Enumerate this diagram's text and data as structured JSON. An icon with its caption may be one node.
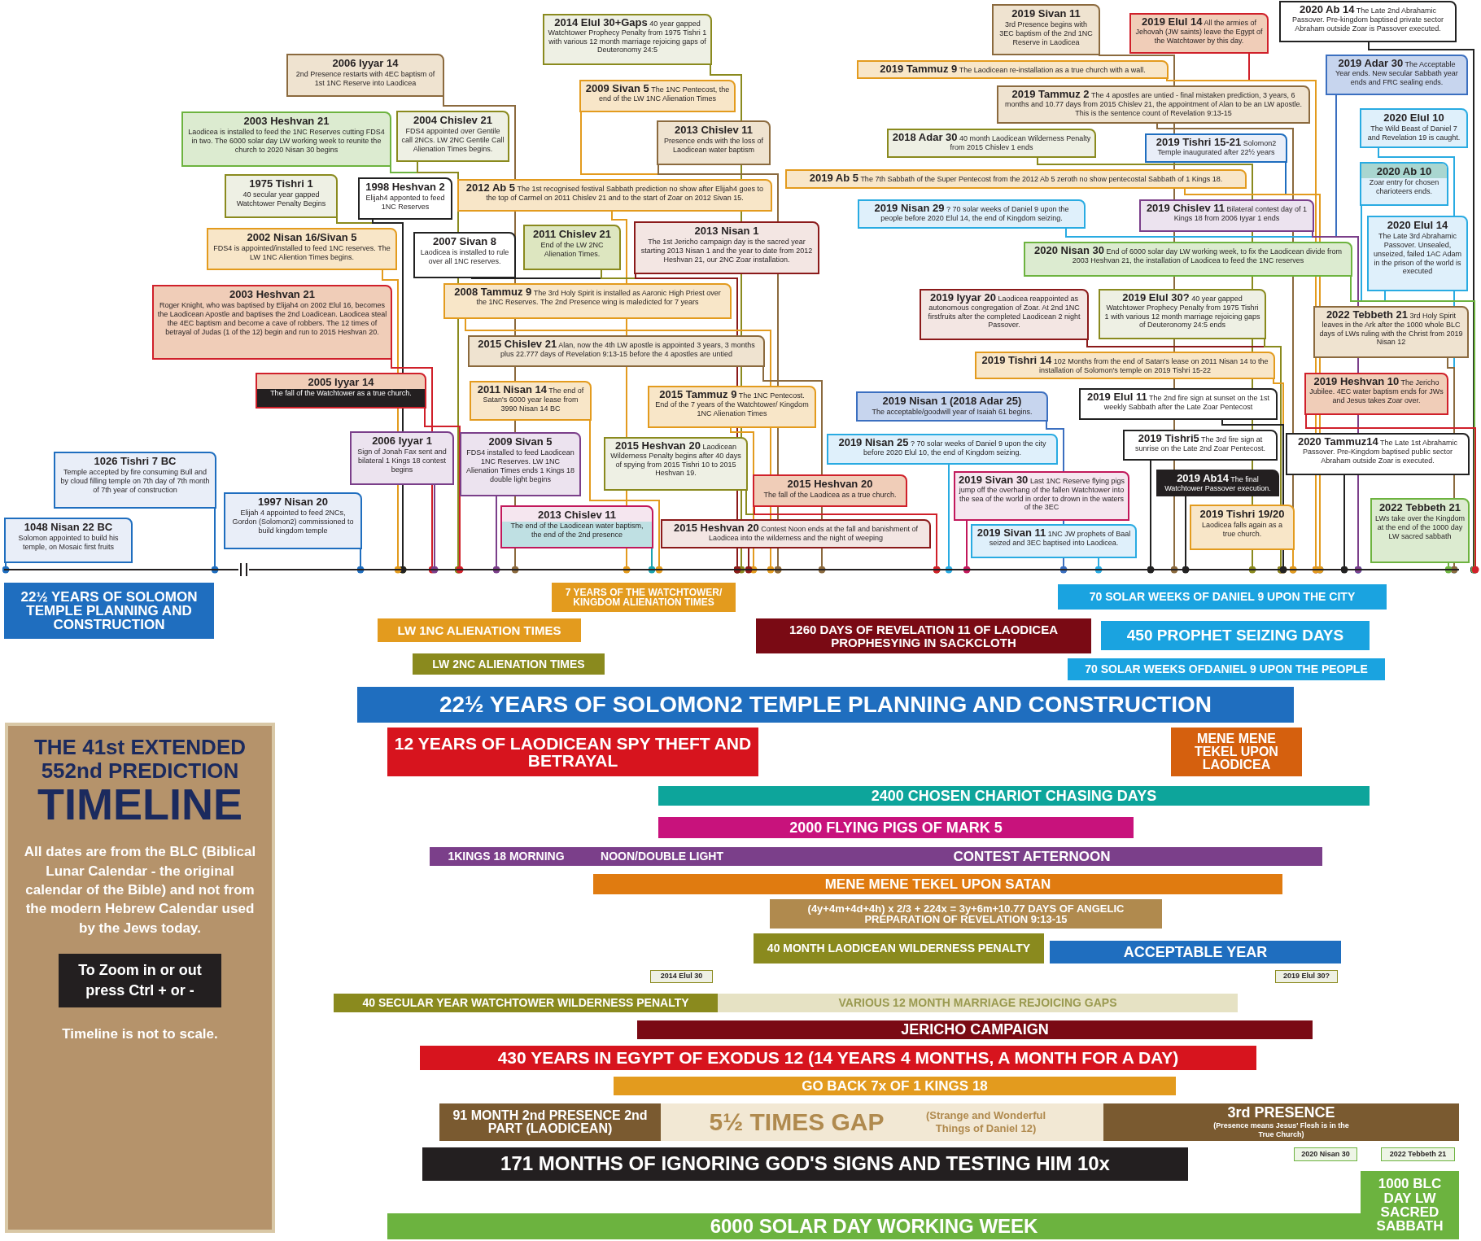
{
  "diagram": {
    "nodes": [
      {
        "text": [
          "2006 Iyyar 14",
          "2nd Presence restarts with 4EC baptism of 1st 1NC Reserve into Laodicea"
        ]
      },
      {
        "text": [
          "2003 Heshvan 21",
          "Laodicea is installed to feed the 1NC Reserves cutting FDS4 in two. The 6000 solar day LW working week to reunite the church to 2020 Nisan 30 begins"
        ]
      },
      {
        "text": [
          "2004 Chislev 21",
          "FDS4 appointed over Gentile call 2NCs. LW 2NC Gentile Call Alienation Times begins."
        ]
      },
      {
        "text": [
          "1975 Tishri 1",
          "40 secular year gapped Watchtower Penalty Begins"
        ]
      },
      {
        "text": [
          "1998 Heshvan 2",
          "Elijah4 apponted to feed 1NC Reserves"
        ]
      },
      {
        "text": [
          "2002 Nisan 16/Sivan 5",
          "FDS4 is appointed/installed to feed 1NC reserves. The LW 1NC Aliention Times begins."
        ]
      },
      {
        "text": [
          "2007 Sivan 8",
          "Laodicea is installed to rule over all 1NC reserves."
        ]
      },
      {
        "text": [
          "2003 Heshvan 21",
          "Roger Knight, who was baptised by Elijah4 on 2002 Elul 16, becomes the Laodicean Apostle and baptises the 2nd Loadicean. Laodicea steal the 4EC baptism and become a cave of robbers. The 12 times of betrayal of Judas (1 of the 12) begin and run to 2015 Heshvan 20."
        ]
      },
      {
        "text": [
          "2005 Iyyar 14",
          "The fall of the Watchtower as a true church."
        ]
      },
      {
        "text": [
          "1026 Tishri 7 BC",
          "Temple accepted by fire consuming Bull and by cloud filling temple on 7th day of 7th month of 7th year of construction"
        ]
      },
      {
        "text": [
          "1048 Nisan 22 BC",
          "Solomon appointed to build his temple, on Mosaic first fruits"
        ]
      },
      {
        "text": [
          "1997 Nisan 20",
          "Elijah 4 appointed to feed 2NCs, Gordon (Solomon2) commissioned to build kingdom temple"
        ]
      },
      {
        "text": [
          "2006 Iyyar 1",
          "Sign of Jonah Fax sent and bilateral 1 Kings 18 contest begins"
        ]
      },
      {
        "text": [
          "2014 Elul 30+Gaps",
          "40 year gapped Watchtower Prophecy Penalty from 1975 Tishri 1 with various 12 month marriage rejoicing gaps of Deuteronomy 24:5"
        ]
      },
      {
        "text": [
          "2009 Sivan 5",
          "The 1NC Pentecost, the end of the LW 1NC Alienation Times"
        ]
      },
      {
        "text": [
          "2013 Chislev 11",
          "Presence ends with the loss of Laodicean water baptism"
        ]
      },
      {
        "text": [
          "2012 Ab 5",
          "The 1st recognised festival Sabbath prediction no show after Elijah4 goes to the top of Carmel on 2011 Chislev 21 and to the start of Zoar on 2012 Sivan 15."
        ]
      },
      {
        "text": [
          "2011 Chislev 21",
          "End of the LW 2NC Alienation Times."
        ]
      },
      {
        "text": [
          "2013 Nisan 1",
          "The 1st Jericho campaign day is the sacred year starting 2013 Nisan 1 and the year to date from 2012 Heshvan 21, our 2NC Zoar installation."
        ]
      },
      {
        "text": [
          "2008 Tammuz 9",
          "The 3rd Holy Spirit is installed as Aaronic High Priest over the 1NC Reserves. The 2nd Presence wing is maledicted for 7 years"
        ]
      },
      {
        "text": [
          "2015 Chislev 21",
          "Alan, now the 4th LW apostle is appointed 3 years, 3 months plus 22.777 days of Revelation 9:13-15 before the 4 apostles are untied"
        ]
      },
      {
        "text": [
          "2011 Nisan 14",
          "The end of Satan's 6000 year lease from 3990 Nisan 14 BC"
        ]
      },
      {
        "text": [
          "2015 Tammuz 9",
          "The 1NC Pentecost. End of the 7 years of the Watchtower/ Kingdom 1NC Alienation Times"
        ]
      },
      {
        "text": [
          "2009 Sivan 5",
          "FDS4 installed to feed Laodicean 1NC Reserves. LW 1NC Alienation Times ends 1 Kings 18 double light begins"
        ]
      },
      {
        "text": [
          "2015 Heshvan 20",
          "Laodicean Wilderness Penalty begins after 40 days of spying from 2015 Tishri 10 to 2015 Heshvan 19."
        ]
      },
      {
        "text": [
          "2013 Chislev 11",
          "The end of the Laodicean water baptism, the end of the 2nd presence"
        ]
      },
      {
        "text": [
          "2015 Heshvan 20",
          "The fall of the Laodicea as a true church."
        ]
      },
      {
        "text": [
          "2015 Heshvan 20",
          "Contest Noon ends at the fall and banishment of Laodicea into the wilderness and the night of weeping"
        ]
      },
      {
        "text": [
          "2019 Sivan 11",
          "3rd Presence begins with 3EC baptism of the 2nd 1NC Reserve in Laodicea"
        ]
      },
      {
        "text": [
          "2019 Elul 14",
          "All the armies of Jehovah (JW saints) leave the Egypt of the Watchtower by this day."
        ]
      },
      {
        "text": [
          "2020 Ab 14",
          "The Late 2nd Abrahamic Passover. Pre-kingdom baptised private sector Abraham outside Zoar is Passover executed."
        ]
      },
      {
        "text": [
          "2019 Tammuz 9",
          "The Laodicean re-installation as a true church with a wall."
        ]
      },
      {
        "text": [
          "2019 Tammuz 2",
          "The 4 apostles are untied - final mistaken prediction, 3 years, 6 months and 10.77 days from 2015 Chislev 21, the appointment of Alan to be an LW apostle. This is the sentence count of Revelation 9:13-15"
        ]
      },
      {
        "text": [
          "2019 Adar 30",
          "The Acceptable Year ends. New secular Sabbath year ends and FRC sealing ends."
        ]
      },
      {
        "text": [
          "2018 Adar 30",
          "40 month Laodicean Wilderness Penalty from 2015 Chislev 1 ends"
        ]
      },
      {
        "text": [
          "2019 Tishri 15-21",
          "Solomon2 Temple inaugurated after 22½ years"
        ]
      },
      {
        "text": [
          "2020 Elul 10",
          "The Wild Beast of Daniel 7 and Revelation 19 is caught."
        ]
      },
      {
        "text": [
          "2019 Ab 5",
          "The 7th Sabbath of the Super Pentecost from the 2012 Ab 5 zeroth no show pentecostal Sabbath of 1 Kings 18."
        ]
      },
      {
        "text": [
          "2019 Nisan 29",
          "? 70 solar weeks of Daniel 9 upon the people before 2020 Elul 14, the end of Kingdom seizing."
        ]
      },
      {
        "text": [
          "2020 Ab 10",
          "Zoar entry for chosen charioteers ends."
        ]
      },
      {
        "text": [
          "2019 Chislev 11",
          "Bilateral contest day of 1 Kings 18 from 2006 Iyyar 1 ends"
        ]
      },
      {
        "text": [
          "2020 Elul 14",
          "The Late 3rd Abrahamic Passover. Unsealed, unseized, failed 1AC Adam in the prison of the world is executed"
        ]
      },
      {
        "text": [
          "2020 Nisan 30",
          "End of 6000 solar day LW working week, to fix the Laodicean divide from 2003 Heshvan 21, the installation of Laodicea to feed the 1NC reserves"
        ]
      },
      {
        "text": [
          "2019 Iyyar 20",
          "Laodicea reappointed as autonomous congregation of Zoar. At 2nd 1NC firstfruits after the completed Laodicean 2 night Passover."
        ]
      },
      {
        "text": [
          "2019 Elul 30?",
          "40 year gapped Watchtower Prophecy Penalty from 1975 Tishri 1 with various 12 month marriage rejoicing gaps of Deuteronomy 24:5 ends"
        ]
      },
      {
        "text": [
          "2022 Tebbeth 21",
          "3rd Holy Spirit leaves in the Ark after the 1000 whole BLC days of LWs ruling with the Christ from 2019 Nisan 12"
        ]
      },
      {
        "text": [
          "2019 Tishri 14",
          "102 Months from the end of Satan's lease on 2011 Nisan 14 to the installation of Solomon's temple on 2019 Tishri 15-22"
        ]
      },
      {
        "text": [
          "2019 Heshvan 10",
          "The Jericho Jubilee. 4EC water baptism ends for JWs and Jesus takes Zoar over."
        ]
      },
      {
        "text": [
          "2019 Nisan 1 (2018 Adar 25)",
          "The acceptable/goodwill year of Isaiah 61 begins."
        ]
      },
      {
        "text": [
          "2019 Elul 11",
          "The 2nd fire sign at sunset on the 1st weekly Sabbath after the Late Zoar Pentecost"
        ]
      },
      {
        "text": [
          "2019 Nisan 25",
          "? 70 solar weeks of Daniel 9 upon the city before 2020 Elul 10, the end of Kingdom seizing."
        ]
      },
      {
        "text": [
          "2019 Tishri5",
          "The 3rd fire sign at sunrise on the Late 2nd Zoar Pentecost."
        ]
      },
      {
        "text": [
          "2020 Tammuz14",
          "The Late 1st Abrahamic Passover. Pre-Kingdom baptised public sector Abraham outside Zoar is executed."
        ]
      },
      {
        "text": [
          "2019 Ab14",
          "The final Watchtower Passover execution."
        ]
      },
      {
        "text": [
          "2019 Sivan 30",
          "Last 1NC Reserve flying pigs jump off the overhang of the fallen Watchtower into the sea of the world in order to drown in the waters of the 3EC"
        ]
      },
      {
        "text": [
          "2019 Tishri 19/20",
          "Laodicea falls again as a true church."
        ]
      },
      {
        "text": [
          "2022 Tebbeth 21",
          "LWs take over the Kingdom at the end of the 1000 day LW sacred sabbath"
        ]
      },
      {
        "text": [
          "2019 Sivan 11",
          "1NC JW prophets of Baal seized and 3EC baptised into Laodicea."
        ]
      },
      {
        "text": [
          "22½ YEARS OF SOLOMON TEMPLE PLANNING AND CONSTRUCTION"
        ]
      },
      {
        "text": [
          "7 YEARS OF THE WATCHTOWER/ KINGDOM ALIENATION TIMES"
        ]
      },
      {
        "text": [
          "70 SOLAR WEEKS OF DANIEL 9 UPON THE CITY"
        ]
      },
      {
        "text": [
          "LW 1NC ALIENATION TIMES"
        ]
      },
      {
        "text": [
          "1260 DAYS OF REVELATION 11 OF LAODICEA PROPHESYING IN SACKCLOTH"
        ]
      },
      {
        "text": [
          "450 PROPHET SEIZING DAYS"
        ]
      },
      {
        "text": [
          "LW 2NC ALIENATION TIMES"
        ]
      },
      {
        "text": [
          "70 SOLAR WEEKS OFDANIEL 9 UPON THE PEOPLE"
        ]
      },
      {
        "text": [
          "22½ YEARS OF SOLOMON2 TEMPLE PLANNING AND CONSTRUCTION"
        ]
      },
      {
        "text": [
          "12 YEARS OF LAODICEAN SPY THEFT AND BETRAYAL"
        ]
      },
      {
        "text": [
          "MENE MENE TEKEL UPON LAODICEA"
        ]
      },
      {
        "text": [
          "2400 CHOSEN CHARIOT CHASING DAYS"
        ]
      },
      {
        "text": [
          "2000 FLYING PIGS OF MARK 5"
        ]
      },
      {
        "text": [
          "1KINGS 18 MORNING"
        ]
      },
      {
        "text": [
          "NOON/DOUBLE LIGHT"
        ]
      },
      {
        "text": [
          "CONTEST AFTERNOON"
        ]
      },
      {
        "text": [
          "MENE MENE TEKEL UPON SATAN"
        ]
      },
      {
        "text": [
          "(4y+4m+4d+4h) x 2/3 + 224x = 3y+6m+10.77 DAYS OF ANGELIC PREPARATION OF REVELATION 9:13-15"
        ]
      },
      {
        "text": [
          "40 MONTH LAODICEAN WILDERNESS PENALTY"
        ]
      },
      {
        "text": [
          "ACCEPTABLE YEAR"
        ]
      },
      {
        "text": [
          "2014 Elul 30"
        ]
      },
      {
        "text": [
          "2019 Elul 30?"
        ]
      },
      {
        "text": [
          "40 SECULAR YEAR WATCHTOWER WILDERNESS PENALTY"
        ]
      },
      {
        "text": [
          "VARIOUS 12 MONTH MARRIAGE REJOICING GAPS"
        ]
      },
      {
        "text": [
          "JERICHO CAMPAIGN"
        ]
      },
      {
        "text": [
          "430 YEARS IN EGYPT OF EXODUS 12 (14 YEARS 4 MONTHS, A MONTH FOR A DAY)"
        ]
      },
      {
        "text": [
          "GO BACK 7x OF 1 KINGS 18"
        ]
      },
      {
        "text": [
          "91 MONTH 2nd PRESENCE 2nd PART (LAODICEAN)"
        ]
      },
      {
        "text": [
          "5½ TIMES GAP",
          "(Strange and Wonderful Things of Daniel 12)"
        ]
      },
      {
        "text": [
          "3rd PRESENCE",
          "(Presence means Jesus' Flesh is in the True Church)"
        ]
      },
      {
        "text": [
          "2020 Nisan 30"
        ]
      },
      {
        "text": [
          "2022 Tebbeth 21"
        ]
      },
      {
        "text": [
          "171 MONTHS OF IGNORING GOD'S SIGNS AND TESTING HIM 10x"
        ]
      },
      {
        "text": [
          "6000 SOLAR DAY WORKING WEEK"
        ]
      },
      {
        "text": [
          "1000 BLC DAY LW SACRED SABBATH"
        ]
      },
      {
        "text": [
          "THE 41st EXTENDED 552nd PREDICTION",
          "TIMELINE",
          "All dates are from the BLC (Biblical Lunar Calendar - the original calendar of the Bible) and not from the modern Hebrew Calendar used by the Jews today.",
          "Timeline is not to scale."
        ]
      },
      {
        "text": [
          "To Zoom in or out press Ctrl + or -"
        ],
        "in": 93
      },
      {
        "text": [],
        "shape": "line"
      }
    ],
    "edges": [
      {
        "from": 0,
        "to": 95,
        "arrow": "other",
        "color": "#8b6a3e"
      },
      {
        "from": 1,
        "to": 95,
        "arrow": "other",
        "color": "#6db33f"
      },
      {
        "from": 2,
        "to": 95,
        "arrow": "other",
        "color": "#8a8a1e"
      },
      {
        "from": 3,
        "to": 95,
        "arrow": "other",
        "color": "#8a8a1e"
      },
      {
        "from": 4,
        "to": 95,
        "arrow": "other",
        "color": "#222222"
      },
      {
        "from": 5,
        "to": 95,
        "arrow": "other",
        "color": "#e39b1e"
      },
      {
        "from": 6,
        "to": 95,
        "arrow": "other",
        "color": "#222222"
      },
      {
        "from": 7,
        "to": 95,
        "arrow": "other",
        "color": "#d0202a"
      },
      {
        "from": 8,
        "to": 95,
        "arrow": "other",
        "color": "#d0202a"
      },
      {
        "from": 9,
        "to": 95,
        "arrow": "other",
        "color": "#1f6ebf"
      },
      {
        "from": 10,
        "to": 95,
        "arrow": "other",
        "color": "#1f6ebf"
      },
      {
        "from": 11,
        "to": 95,
        "arrow": "other",
        "color": "#1f6ebf"
      },
      {
        "from": 12,
        "to": 95,
        "arrow": "other",
        "color": "#7b3f8a"
      },
      {
        "from": 13,
        "to": 95,
        "arrow": "other",
        "color": "#8a8a1e"
      },
      {
        "from": 14,
        "to": 95,
        "arrow": "other",
        "color": "#e39b1e"
      },
      {
        "from": 15,
        "to": 95,
        "arrow": "other",
        "color": "#8b6a3e"
      },
      {
        "from": 16,
        "to": 95,
        "arrow": "other",
        "color": "#e39b1e"
      },
      {
        "from": 17,
        "to": 95,
        "arrow": "other",
        "color": "#8a8a1e"
      },
      {
        "from": 18,
        "to": 95,
        "arrow": "other",
        "color": "#8b1a1a"
      },
      {
        "from": 19,
        "to": 95,
        "arrow": "other",
        "color": "#e39b1e"
      },
      {
        "from": 20,
        "to": 95,
        "arrow": "other",
        "color": "#8b6a3e"
      },
      {
        "from": 21,
        "to": 95,
        "arrow": "other",
        "color": "#e39b1e"
      },
      {
        "from": 22,
        "to": 95,
        "arrow": "other",
        "color": "#e39b1e"
      },
      {
        "from": 23,
        "to": 95,
        "arrow": "other",
        "color": "#7b3f8a"
      },
      {
        "from": 24,
        "to": 95,
        "arrow": "other",
        "color": "#8a8a1e"
      },
      {
        "from": 25,
        "to": 95,
        "arrow": "other",
        "color": "#1aa3b0"
      },
      {
        "from": 26,
        "to": 95,
        "arrow": "other",
        "color": "#d0202a"
      },
      {
        "from": 27,
        "to": 95,
        "arrow": "other",
        "color": "#8b1a1a"
      },
      {
        "from": 28,
        "to": 95,
        "arrow": "other",
        "color": "#8b6a3e"
      },
      {
        "from": 29,
        "to": 95,
        "arrow": "other",
        "color": "#d0202a"
      },
      {
        "from": 30,
        "to": 95,
        "arrow": "other",
        "color": "#222222"
      },
      {
        "from": 31,
        "to": 95,
        "arrow": "other",
        "color": "#e39b1e"
      },
      {
        "from": 32,
        "to": 95,
        "arrow": "other",
        "color": "#8b6a3e"
      },
      {
        "from": 33,
        "to": 95,
        "arrow": "other",
        "color": "#3b6fc0"
      },
      {
        "from": 34,
        "to": 95,
        "arrow": "other",
        "color": "#8a8a1e"
      },
      {
        "from": 35,
        "to": 95,
        "arrow": "other",
        "color": "#1f6ebf"
      },
      {
        "from": 36,
        "to": 95,
        "arrow": "other",
        "color": "#29abe2"
      },
      {
        "from": 37,
        "to": 95,
        "arrow": "other",
        "color": "#e39b1e"
      },
      {
        "from": 38,
        "to": 95,
        "arrow": "other",
        "color": "#29abe2"
      },
      {
        "from": 39,
        "to": 95,
        "arrow": "other",
        "color": "#29abe2"
      },
      {
        "from": 40,
        "to": 95,
        "arrow": "other",
        "color": "#7b3f8a"
      },
      {
        "from": 41,
        "to": 95,
        "arrow": "other",
        "color": "#29abe2"
      },
      {
        "from": 42,
        "to": 95,
        "arrow": "other",
        "color": "#6db33f"
      },
      {
        "from": 43,
        "to": 95,
        "arrow": "other",
        "color": "#8b1a1a"
      },
      {
        "from": 44,
        "to": 95,
        "arrow": "other",
        "color": "#8a8a1e"
      },
      {
        "from": 45,
        "to": 95,
        "arrow": "other",
        "color": "#8b6a3e"
      },
      {
        "from": 46,
        "to": 95,
        "arrow": "other",
        "color": "#e39b1e"
      },
      {
        "from": 47,
        "to": 95,
        "arrow": "other",
        "color": "#d0202a"
      },
      {
        "from": 48,
        "to": 95,
        "arrow": "other",
        "color": "#3b6fc0"
      },
      {
        "from": 49,
        "to": 95,
        "arrow": "other",
        "color": "#222222"
      },
      {
        "from": 50,
        "to": 95,
        "arrow": "other",
        "color": "#29abe2"
      },
      {
        "from": 51,
        "to": 95,
        "arrow": "other",
        "color": "#222222"
      },
      {
        "from": 52,
        "to": 95,
        "arrow": "other",
        "color": "#222222"
      },
      {
        "from": 53,
        "to": 95,
        "arrow": "other",
        "color": "#222222"
      },
      {
        "from": 54,
        "to": 95,
        "arrow": "other",
        "color": "#c2185b"
      },
      {
        "from": 55,
        "to": 95,
        "arrow": "other",
        "color": "#e39b1e"
      },
      {
        "from": 56,
        "to": 95,
        "arrow": "other",
        "color": "#6db33f"
      },
      {
        "from": 57,
        "to": 95,
        "arrow": "other",
        "color": "#29abe2"
      }
    ]
  }
}
